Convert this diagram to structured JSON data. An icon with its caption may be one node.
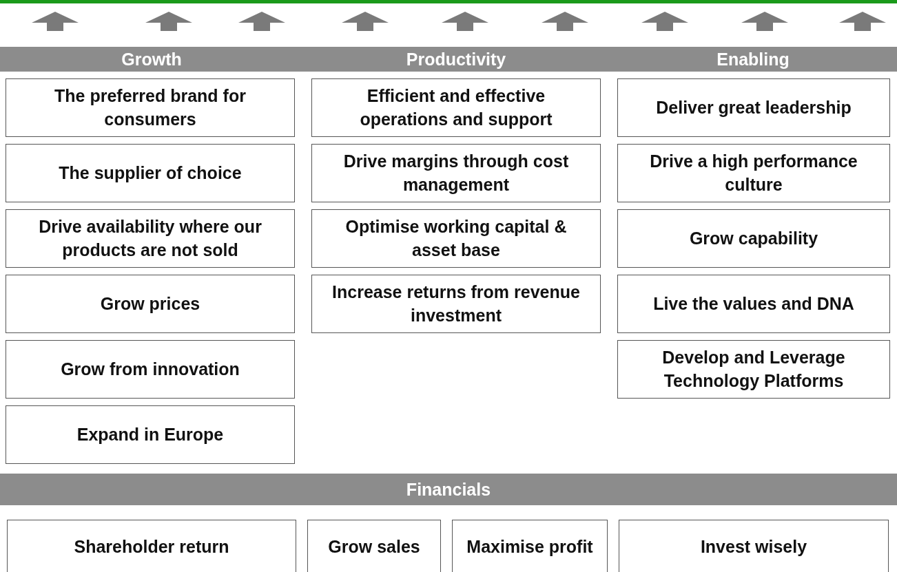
{
  "diagram": {
    "nodes": [
      {
        "text": [
          "Growth"
        ]
      },
      {
        "text": [
          "Productivity"
        ]
      },
      {
        "text": [
          "Enabling"
        ]
      },
      {
        "text": [
          "The preferred brand for consumers"
        ]
      },
      {
        "text": [
          "Efficient and effective operations and support"
        ]
      },
      {
        "text": [
          "Deliver great leadership"
        ]
      },
      {
        "text": [
          "The supplier of choice"
        ]
      },
      {
        "text": [
          "Drive margins through cost management"
        ]
      },
      {
        "text": [
          "Drive a high performance culture"
        ]
      },
      {
        "text": [
          "Drive availability where our products are not sold"
        ]
      },
      {
        "text": [
          "Optimise working capital & asset base"
        ]
      },
      {
        "text": [
          "Grow capability"
        ]
      },
      {
        "text": [
          "Grow prices"
        ]
      },
      {
        "text": [
          "Increase returns from revenue investment"
        ]
      },
      {
        "text": [
          "Live the values and DNA"
        ]
      },
      {
        "text": [
          "Grow from innovation"
        ]
      },
      {
        "text": [
          "Develop and Leverage Technology Platforms"
        ]
      },
      {
        "text": [
          "Expand in Europe"
        ]
      },
      {
        "text": [
          "Financials"
        ]
      },
      {
        "text": [
          "Shareholder return"
        ]
      },
      {
        "text": [
          "Grow sales"
        ]
      },
      {
        "text": [
          "Maximise profit"
        ]
      },
      {
        "text": [
          "Invest wisely"
        ]
      }
    ]
  }
}
